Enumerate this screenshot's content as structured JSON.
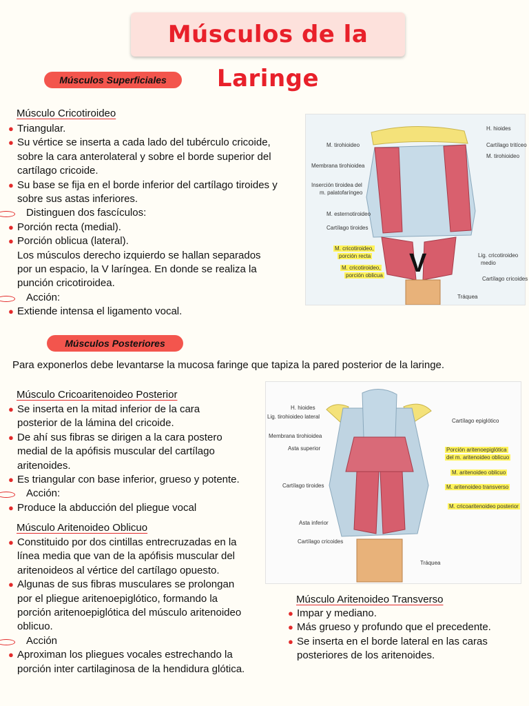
{
  "title": "Músculos de la Laringe",
  "section1": {
    "pill": "Músculos Superficiales",
    "heading": "Músculo Cricotiroideo",
    "lines": [
      {
        "type": "bullet",
        "text": "Triangular."
      },
      {
        "type": "bullet",
        "text": "Su vértice se inserta a cada lado del tubérculo cricoide,"
      },
      {
        "type": "cont",
        "text": "sobre la cara anterolateral y sobre el borde superior del"
      },
      {
        "type": "cont",
        "text": "cartílago cricoide."
      },
      {
        "type": "bullet",
        "text": "Su base se fija en el borde inferior del cartílago tiroides y"
      },
      {
        "type": "cont",
        "text": "sobre sus astas inferiores."
      },
      {
        "type": "oval",
        "text": "Distinguen dos fascículos:"
      },
      {
        "type": "bullet",
        "text": "Porción recta (medial)."
      },
      {
        "type": "bullet",
        "text": "Porción oblicua (lateral)."
      },
      {
        "type": "cont",
        "text": "Los músculos derecho izquierdo se hallan separados"
      },
      {
        "type": "cont",
        "text": "por un espacio, la V laríngea. En donde se realiza la"
      },
      {
        "type": "cont",
        "text": "punción cricotiroidea."
      },
      {
        "type": "oval",
        "text": "Acción:"
      },
      {
        "type": "bullet",
        "text": "Extiende intensa el ligamento vocal."
      }
    ],
    "figure_labels": [
      {
        "text": "H. hioides",
        "hl": false
      },
      {
        "text": "M. tirohioideo",
        "hl": false
      },
      {
        "text": "Cartílago tritíceo",
        "hl": false
      },
      {
        "text": "M. tirohioideo",
        "hl": false
      },
      {
        "text": "Membrana tirohioidea",
        "hl": false
      },
      {
        "text": "Inserción tiroidea del",
        "hl": false
      },
      {
        "text": "m. palatofaríngeo",
        "hl": false
      },
      {
        "text": "M. esternotiroideo",
        "hl": false
      },
      {
        "text": "Cartílago tiroides",
        "hl": false
      },
      {
        "text": "M. cricotiroideo,",
        "hl": true
      },
      {
        "text": "porción recta",
        "hl": true
      },
      {
        "text": "M. cricotiroideo,",
        "hl": true
      },
      {
        "text": "porción oblicua",
        "hl": true
      },
      {
        "text": "Lig. cricotiroideo",
        "hl": false
      },
      {
        "text": "medio",
        "hl": false
      },
      {
        "text": "Cartílago cricoides",
        "hl": false
      },
      {
        "text": "Tráquea",
        "hl": false
      }
    ],
    "v_letter": "V"
  },
  "section2": {
    "pill": "Músculos Posteriores",
    "intro": "Para exponerlos debe levantarse la mucosa faringe que tapiza la pared posterior de la laringe.",
    "heading1": "Músculo Cricoaritenoideo Posterior",
    "lines1": [
      {
        "type": "bullet",
        "text": "Se inserta en la mitad inferior de la cara"
      },
      {
        "type": "cont",
        "text": "posterior de la lámina del cricoide."
      },
      {
        "type": "bullet",
        "text": "De ahí sus fibras se dirigen a la cara postero"
      },
      {
        "type": "cont",
        "text": "medial de la apófisis muscular del cartílago"
      },
      {
        "type": "cont",
        "text": "aritenoides."
      },
      {
        "type": "bullet",
        "text": "Es triangular con base inferior, grueso y potente."
      },
      {
        "type": "oval",
        "text": "Acción:"
      },
      {
        "type": "bullet",
        "text": "Produce la abducción del pliegue vocal"
      }
    ],
    "heading2": "Músculo Aritenoideo Oblicuo",
    "lines2": [
      {
        "type": "bullet",
        "text": "Constituido por dos cintillas entrecruzadas en la"
      },
      {
        "type": "cont",
        "text": "línea media que van de la apófisis muscular del"
      },
      {
        "type": "cont",
        "text": "aritenoideos al vértice del cartílago opuesto."
      },
      {
        "type": "bullet",
        "text": "Algunas de sus fibras musculares se prolongan"
      },
      {
        "type": "cont",
        "text": "por el pliegue aritenoepiglótico, formando la"
      },
      {
        "type": "cont",
        "text": "porción aritenoepiglótica del músculo aritenoideo"
      },
      {
        "type": "cont",
        "text": "oblicuo."
      },
      {
        "type": "oval",
        "text": "Acción"
      },
      {
        "type": "bullet",
        "text": "Aproximan los pliegues vocales estrechando la"
      },
      {
        "type": "cont",
        "text": "porción inter cartilaginosa de la hendidura glótica."
      }
    ],
    "heading3": "Músculo Aritenoideo Transverso",
    "lines3": [
      {
        "type": "bullet",
        "text": "Impar y mediano."
      },
      {
        "type": "bullet",
        "text": "Más grueso y profundo que el precedente."
      },
      {
        "type": "bullet",
        "text": "Se inserta en el borde lateral en las caras"
      },
      {
        "type": "cont",
        "text": "posteriores de los aritenoides."
      }
    ],
    "figure_labels": [
      {
        "text": "H. hioides",
        "hl": false
      },
      {
        "text": "Lig. tirohioideo lateral",
        "hl": false
      },
      {
        "text": "Cartílago epiglótico",
        "hl": false
      },
      {
        "text": "Membrana tirohioidea",
        "hl": false
      },
      {
        "text": "Asta superior",
        "hl": false
      },
      {
        "text": "Porción aritenoepiglótica",
        "hl": true
      },
      {
        "text": "del m. aritenoideo oblicuo",
        "hl": true
      },
      {
        "text": "M. aritenoideo oblicuo",
        "hl": true
      },
      {
        "text": "Cartílago tiroides",
        "hl": false
      },
      {
        "text": "M. aritenoideo transverso",
        "hl": true
      },
      {
        "text": "M. cricoaritenoideo posterior",
        "hl": true
      },
      {
        "text": "Asta inferior",
        "hl": false
      },
      {
        "text": "Cartílago cricoides",
        "hl": false
      },
      {
        "text": "Tráquea",
        "hl": false
      }
    ]
  },
  "colors": {
    "accent": "#e32b2b",
    "pill": "#f3554d",
    "title": "#e8202a",
    "highlight": "#fff35a"
  }
}
